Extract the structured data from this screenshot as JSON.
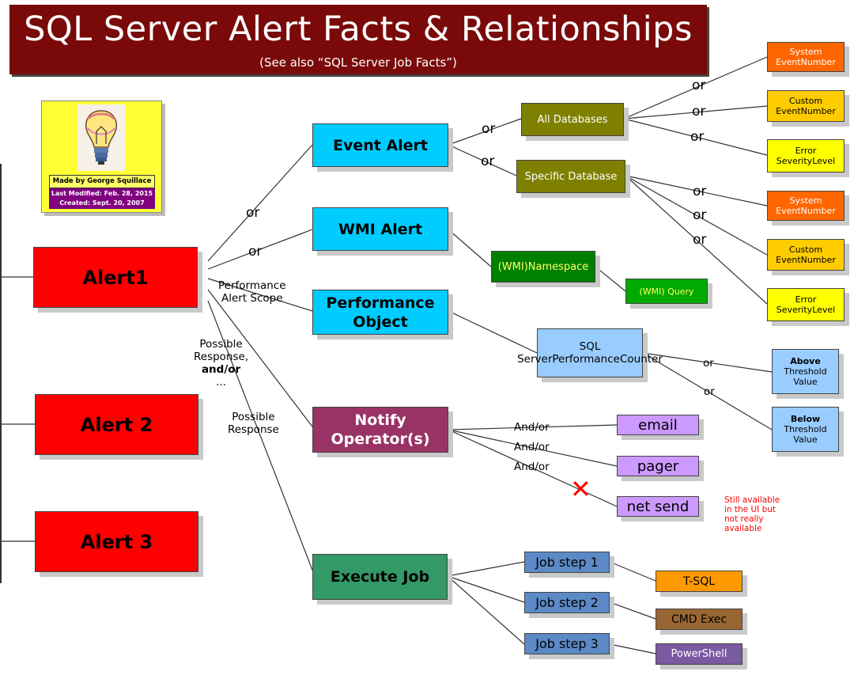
{
  "header": {
    "title": "SQL Server Alert Facts & Relationships",
    "subtitle": "(See also “SQL Server Job Facts”)"
  },
  "logo": {
    "icon": "light-bulb-icon",
    "made_by": "Made by George Squillace",
    "last_modified": "Last Modified: Feb. 28, 2015",
    "created": "Created: Sept. 20, 2007"
  },
  "alerts": [
    "Alert1",
    "Alert 2",
    "Alert 3"
  ],
  "alert_types": {
    "event": "Event Alert",
    "wmi": "WMI Alert",
    "performance": [
      "Performance",
      "Object"
    ]
  },
  "responses": {
    "notify": [
      "Notify",
      "Operator(s)"
    ],
    "execute": "Execute Job"
  },
  "event_scope": {
    "all": "All Databases",
    "specific": "Specific Database",
    "options": [
      [
        "System Event",
        "Number"
      ],
      [
        "Custom Event",
        "Number"
      ],
      [
        "Error Severity",
        "Level"
      ]
    ]
  },
  "wmi": {
    "namespace": [
      "(WMI)",
      "Namespace"
    ],
    "query": "(WMI) Query"
  },
  "performance": {
    "counter": [
      "SQL Server",
      "Performance",
      "Counter"
    ],
    "above": [
      "Above",
      "Threshold",
      "Value"
    ],
    "below": [
      "Below",
      "Threshold",
      "Value"
    ]
  },
  "notify_methods": {
    "email": "email",
    "pager": "pager",
    "net_send": "net send",
    "note": [
      "Still available",
      "in the UI but",
      "not really",
      "available"
    ]
  },
  "job": {
    "steps": [
      "Job step 1",
      "Job step 2",
      "Job step 3"
    ],
    "types": [
      "T-SQL",
      "CMD Exec",
      "PowerShell"
    ]
  },
  "labels": {
    "or": "or",
    "and_or": "And/or",
    "perf_scope": [
      "Performance",
      "Alert Scope"
    ],
    "possible_response_prefix": "Possible",
    "possible_response_line2": "Response, ",
    "possible_response_bold": "and/or",
    "possible_response_suffix": "...",
    "possible_response_2": [
      "Possible",
      "Response"
    ]
  },
  "colors": {
    "banner": "#7a0a0a",
    "alert": "#ff0000",
    "alert_type": "#00ccff",
    "notify": "#993366",
    "execute": "#339966",
    "database": "#808000",
    "system_event": "#ff6600",
    "custom_event": "#ffcc00",
    "severity": "#ffff00",
    "counter": "#99ccff",
    "method": "#cc99ff",
    "note": "#ff0000"
  }
}
